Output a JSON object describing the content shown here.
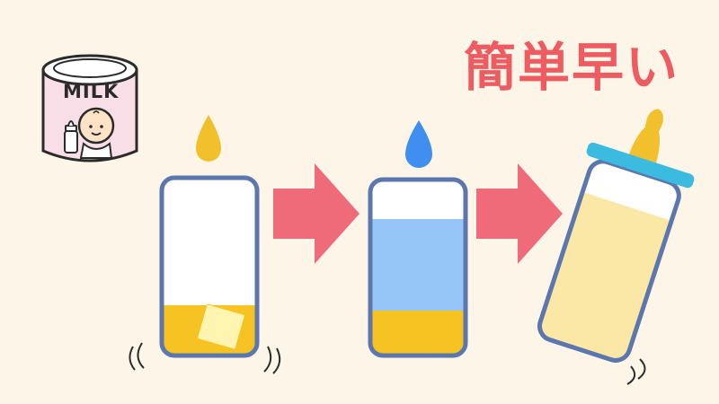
{
  "headline": "簡単早い",
  "milk_can": {
    "label": "MILK"
  },
  "steps": [
    {
      "name": "step-powder",
      "drop_color": "#f2c02c",
      "contents": "powder"
    },
    {
      "name": "step-water",
      "drop_color": "#3f8ef0",
      "contents": "water"
    },
    {
      "name": "step-mixed",
      "nipple_color": "#f2c02c",
      "collar_color": "#3bbbe0",
      "contents": "milk"
    }
  ],
  "colors": {
    "background": "#fdf6e8",
    "arrow": "#f06b7a",
    "bottle_outline": "#5b77ad",
    "powder": "#f7c322",
    "water": "#96c6f7",
    "milk": "#fbe8a6",
    "headline": "#ee5b60"
  }
}
